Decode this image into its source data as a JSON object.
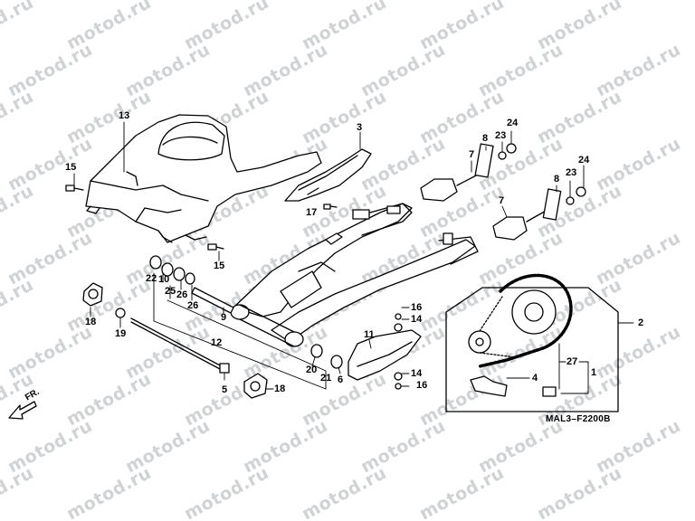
{
  "watermark": {
    "text": "motod.ru"
  },
  "diagram_code": "MAL3–F2200B",
  "front_marker": "FR.",
  "callouts": {
    "c13": "13",
    "c3": "3",
    "c15a": "15",
    "c15b": "15",
    "c17": "17",
    "c8a": "8",
    "c24a": "24",
    "c23a": "23",
    "c7a": "7",
    "c8b": "8",
    "c23b": "23",
    "c24b": "24",
    "c7b": "7",
    "c22": "22",
    "c10": "10",
    "c25": "25",
    "c26a": "26",
    "c26b": "26",
    "c9": "9",
    "c18a": "18",
    "c19": "19",
    "c12": "12",
    "c5": "5",
    "c18b": "18",
    "c20": "20",
    "c21": "21",
    "c6": "6",
    "c11": "11",
    "c16a": "16",
    "c14a": "14",
    "c14b": "14",
    "c16b": "16",
    "c2": "2",
    "c27": "27",
    "c4": "4",
    "c1": "1"
  }
}
